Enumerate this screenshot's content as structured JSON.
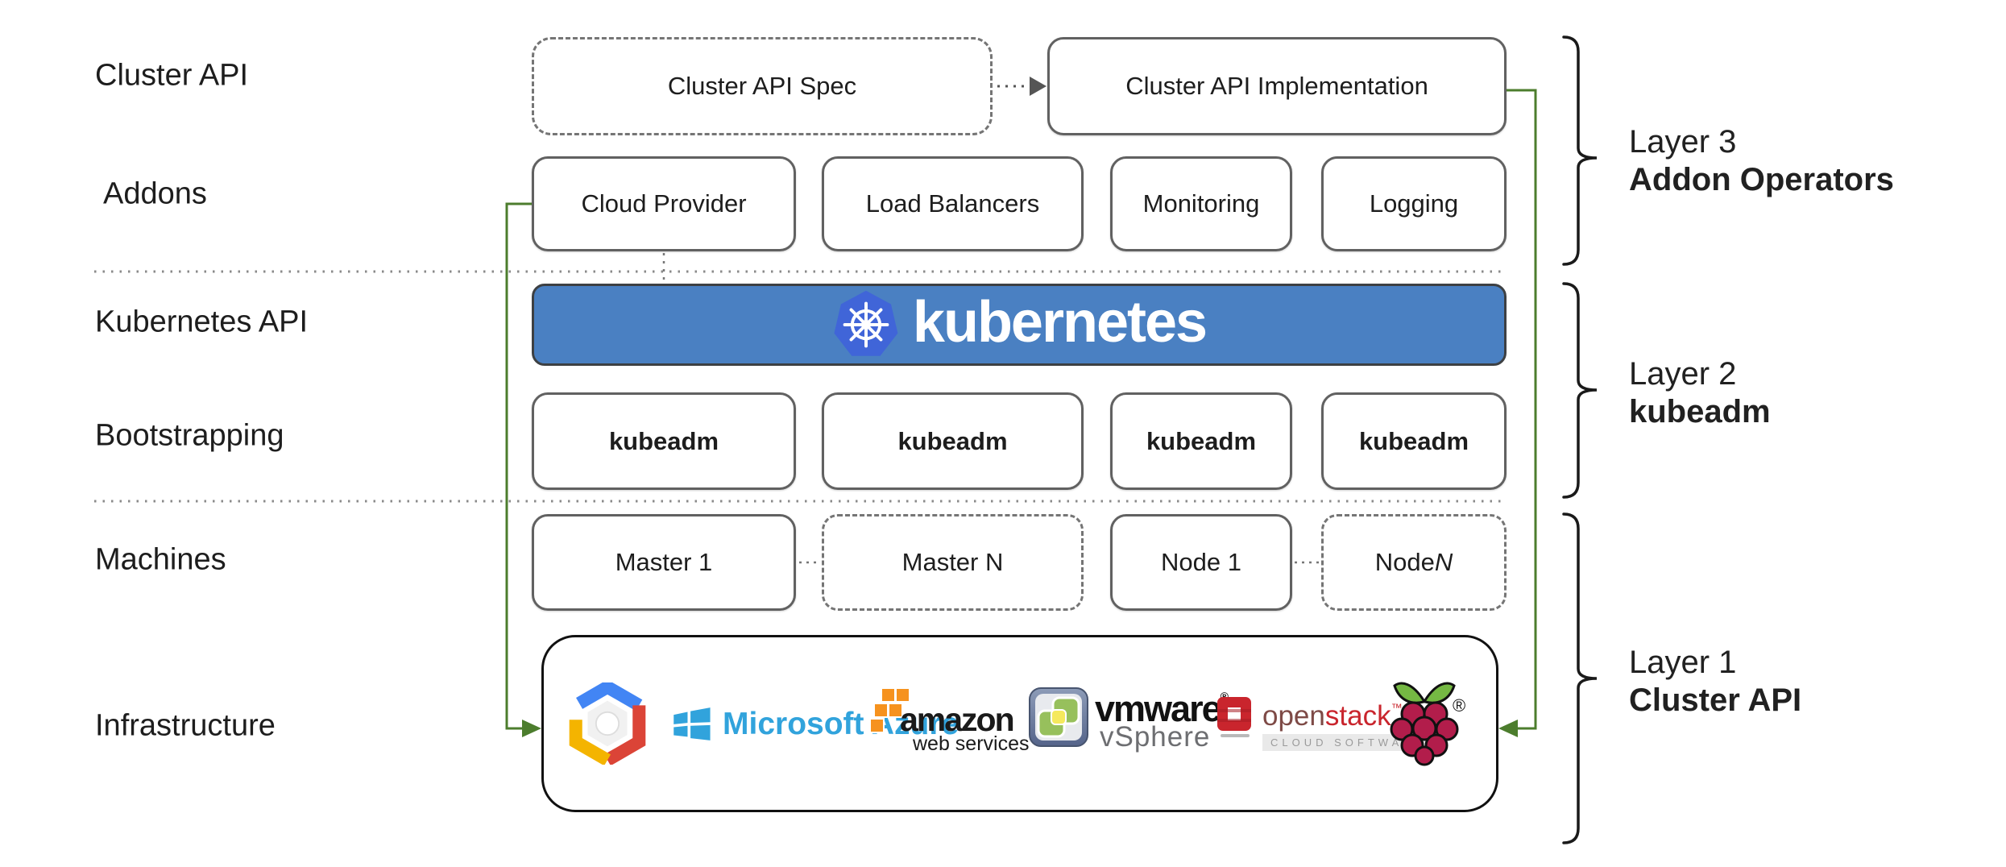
{
  "row_labels": [
    "Cluster API",
    "Addons",
    "Kubernetes API",
    "Bootstrapping",
    "Machines",
    "Infrastructure"
  ],
  "cluster_api_row": {
    "spec": "Cluster API Spec",
    "implementation": "Cluster API Implementation"
  },
  "addons_row": {
    "items": [
      "Cloud Provider",
      "Load Balancers",
      "Monitoring",
      "Logging"
    ]
  },
  "kubernetes_banner": {
    "wordmark": "kubernetes"
  },
  "bootstrapping_row": {
    "items": [
      "kubeadm",
      "kubeadm",
      "kubeadm",
      "kubeadm"
    ]
  },
  "machines_row": {
    "items": [
      {
        "label": "Master 1"
      },
      {
        "label": "Master N"
      },
      {
        "label": "Node 1"
      },
      {
        "label": "Node ",
        "label_italic": "N"
      }
    ]
  },
  "infrastructure": {
    "azure": {
      "name": "Microsoft Azure"
    },
    "aws": {
      "name": "amazon",
      "subtext": "web services"
    },
    "vmware": {
      "name": "vmware",
      "registered": "®",
      "product": "vSphere"
    },
    "openstack": {
      "name_open": "open",
      "name_stack": "stack",
      "trademark": "™",
      "subtext": "CLOUD SOFTWARE"
    },
    "raspberry_pi": {
      "registered": "®"
    },
    "icons": [
      "google-cloud-hexagon",
      "azure-window",
      "aws-cubes",
      "vmware-squares",
      "openstack-ring",
      "raspberry-pi"
    ]
  },
  "layers": [
    {
      "line1": "Layer 3",
      "line2": "Addon Operators"
    },
    {
      "line1": "Layer 2",
      "line2": "kubeadm"
    },
    {
      "line1": "Layer 1",
      "line2": "Cluster API"
    }
  ],
  "colors": {
    "banner_blue": "#4A80C2",
    "k8s_logo_blue": "#4065D8",
    "connector_green": "#4C7D2D",
    "border_gray": "#616161",
    "text_dark": "#212121",
    "azure_blue": "#31A3DC",
    "aws_orange": "#F6921E",
    "openstack_red": "#C9252D",
    "raspberry_red": "#B21D4B",
    "leaf_green": "#75B843"
  }
}
